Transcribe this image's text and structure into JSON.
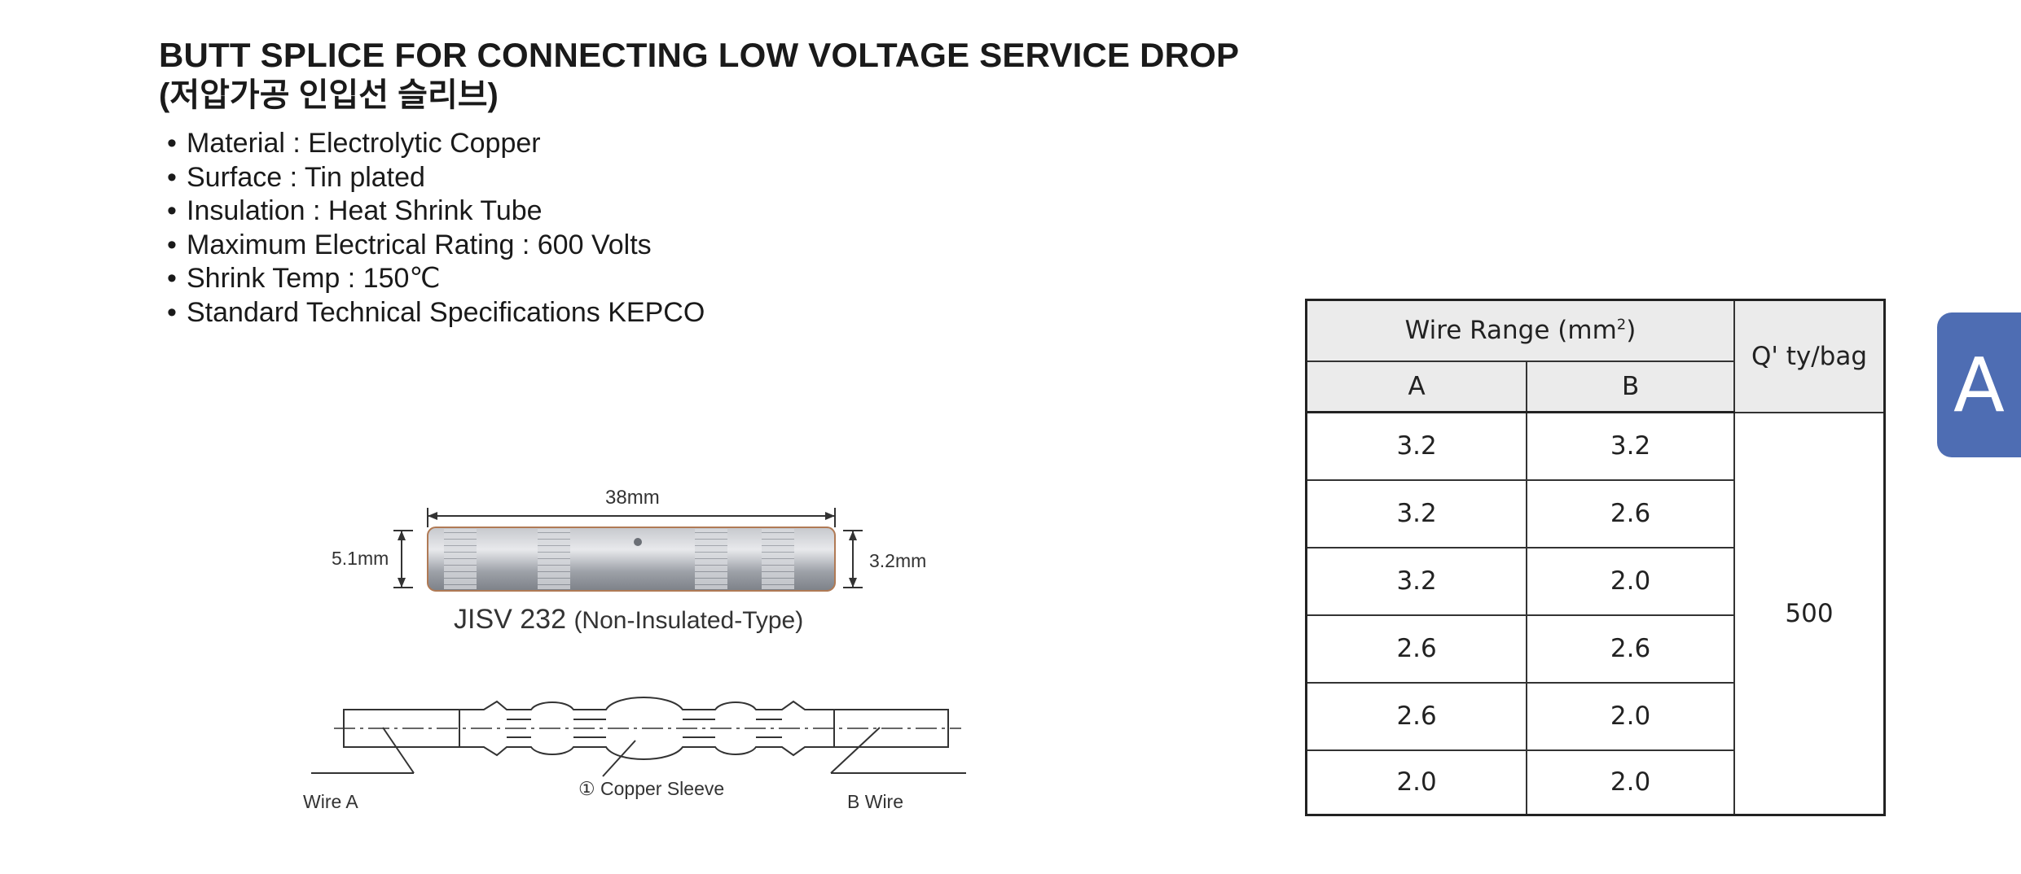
{
  "header": {
    "title": "BUTT SPLICE FOR CONNECTING LOW VOLTAGE SERVICE DROP",
    "subtitle": "(저압가공 인입선 슬리브)"
  },
  "specs": [
    "Material : Electrolytic Copper",
    "Surface : Tin plated",
    "Insulation : Heat Shrink Tube",
    "Maximum Electrical Rating : 600 Volts",
    "Shrink Temp : 150℃",
    "Standard Technical Specifications KEPCO"
  ],
  "bullet": "•",
  "photo": {
    "length_label": "38mm",
    "left_dim_label": "5.1mm",
    "right_dim_label": "3.2mm",
    "caption_main": "JISV 232",
    "caption_sub": "(Non-Insulated-Type)"
  },
  "drawing": {
    "wire_a_label": "Wire A",
    "sleeve_label": "① Copper Sleeve",
    "wire_b_label": "B Wire"
  },
  "table": {
    "wire_range_label": "Wire Range (mm",
    "wire_range_sup": "2",
    "wire_range_close": ")",
    "qty_label": "Q' ty/bag",
    "col_a": "A",
    "col_b": "B",
    "rows": [
      {
        "a": "3.2",
        "b": "3.2"
      },
      {
        "a": "3.2",
        "b": "2.6"
      },
      {
        "a": "3.2",
        "b": "2.0"
      },
      {
        "a": "2.6",
        "b": "2.6"
      },
      {
        "a": "2.6",
        "b": "2.0"
      },
      {
        "a": "2.0",
        "b": "2.0"
      }
    ],
    "qty_value": "500"
  },
  "side_tab": {
    "label": "A",
    "color": "#4e6db3"
  }
}
